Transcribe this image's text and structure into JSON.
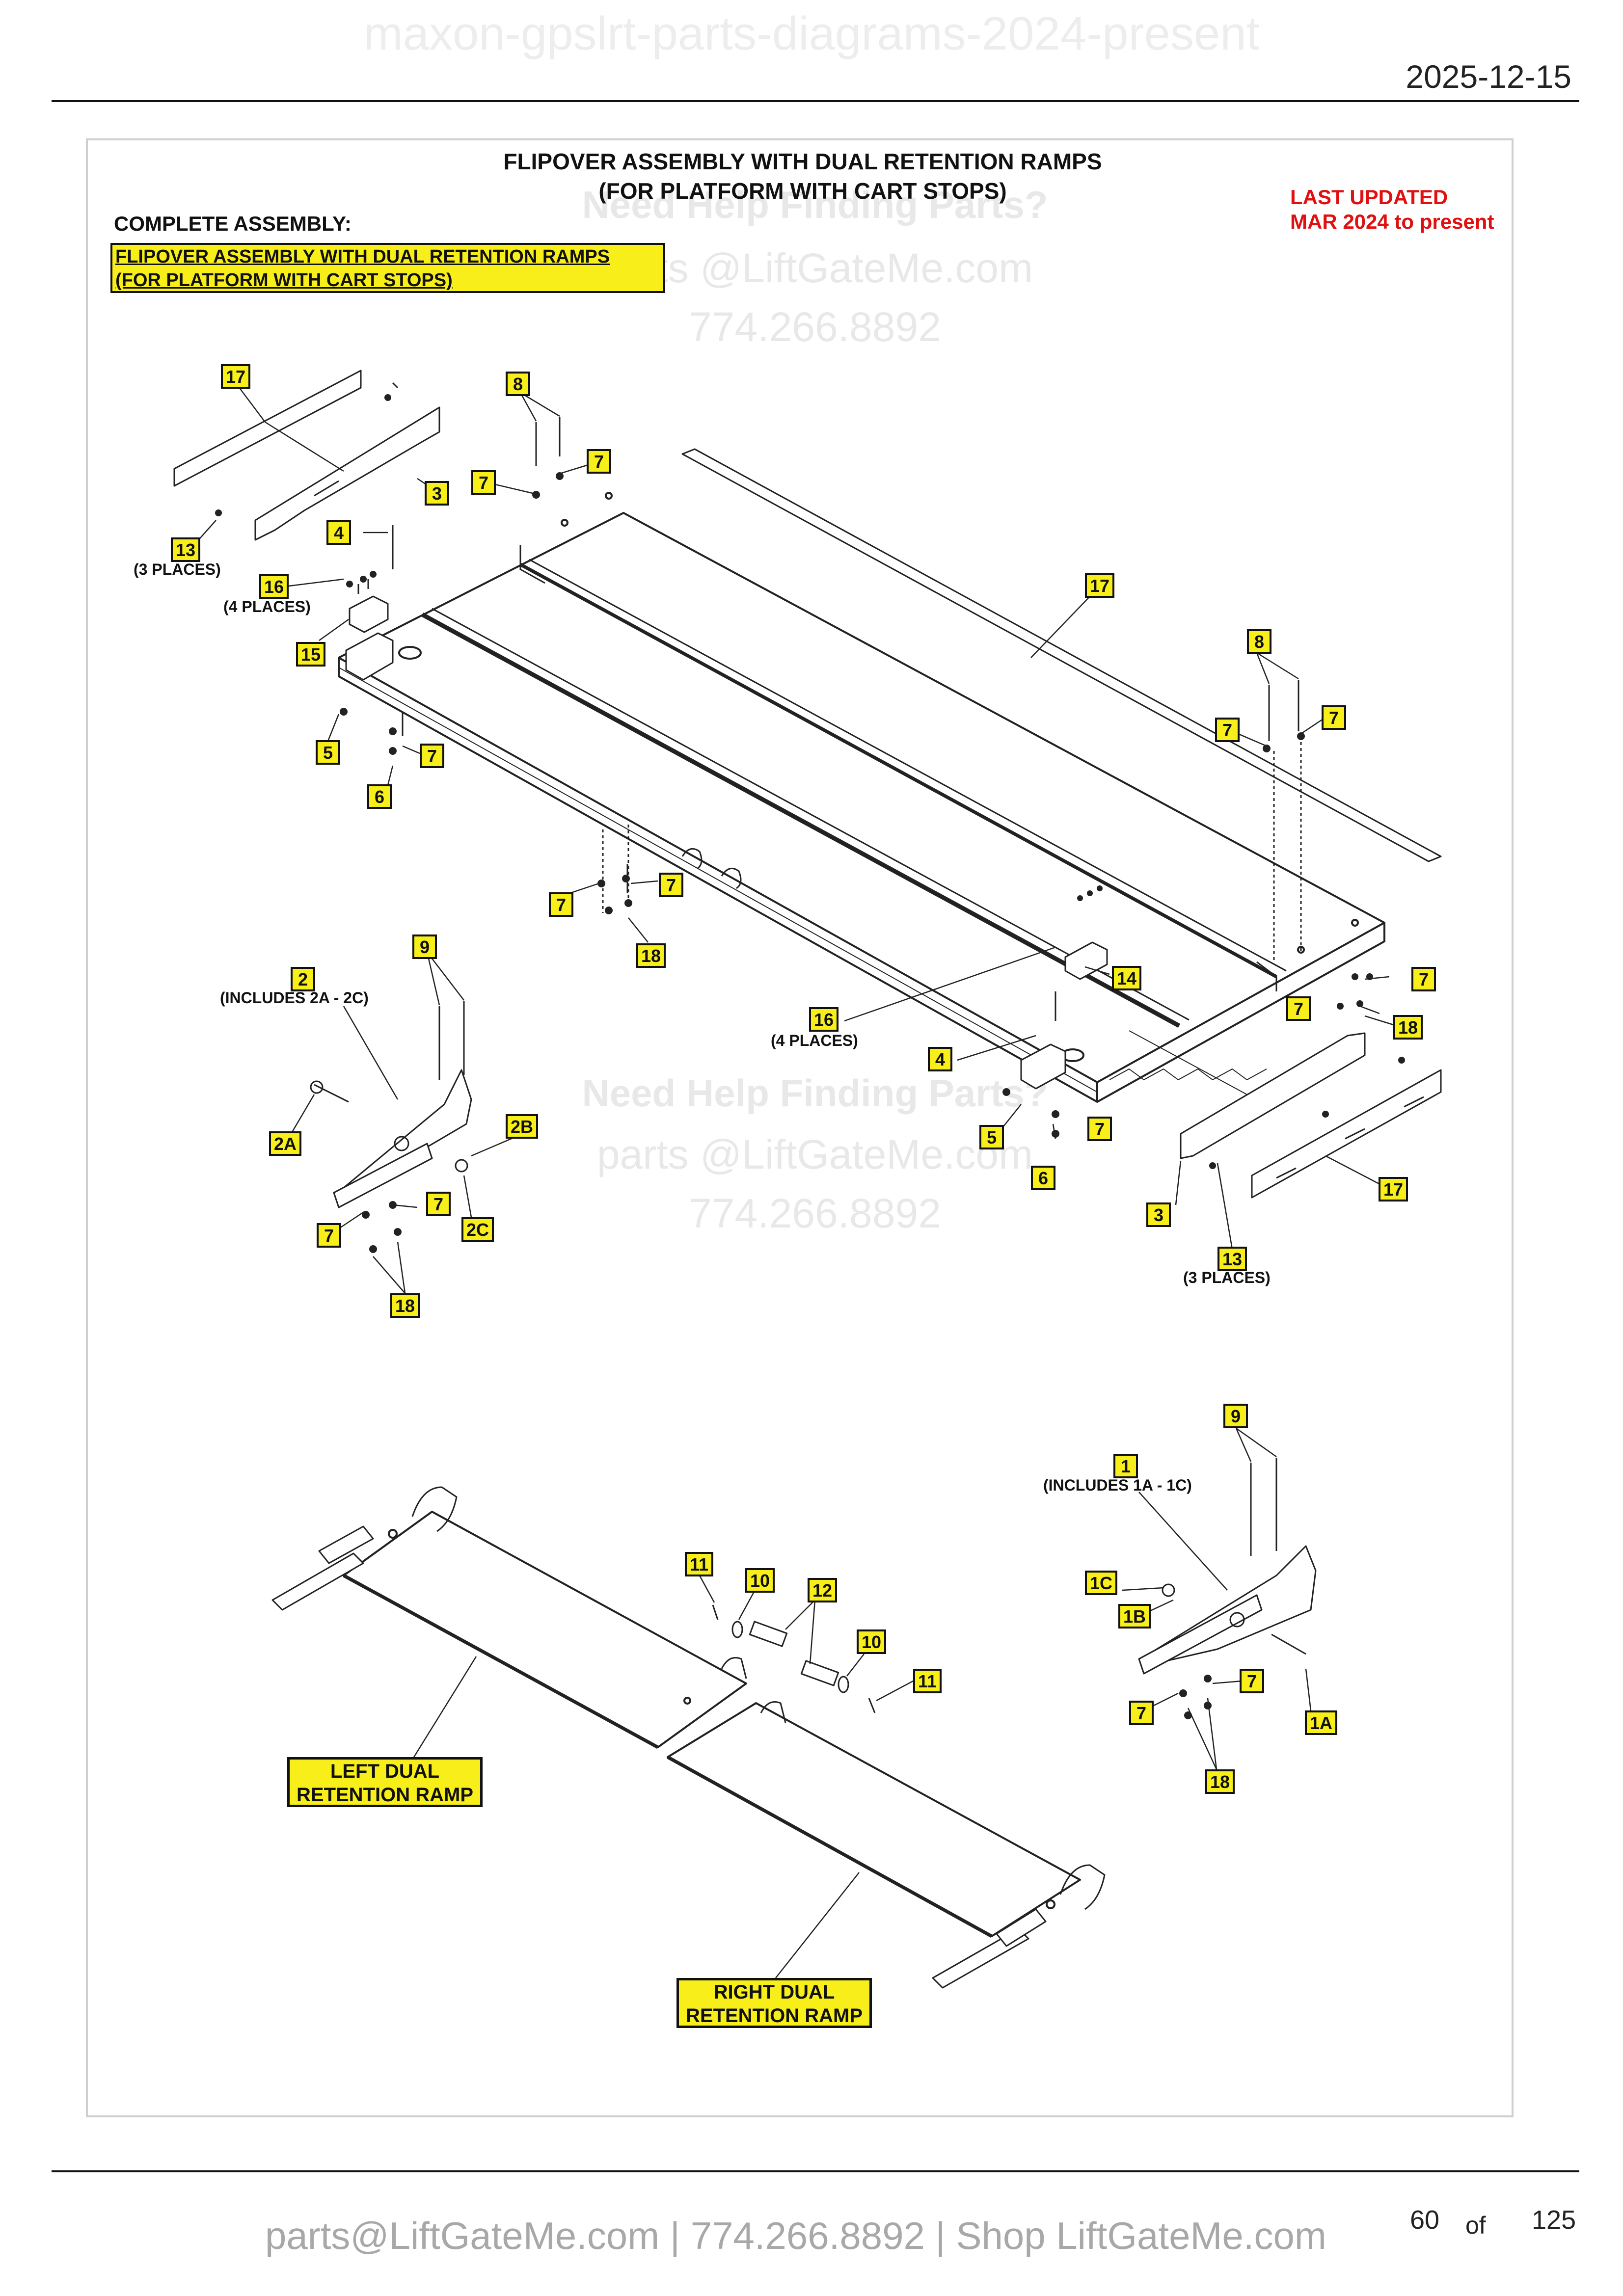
{
  "header": {
    "watermark_title": "maxon-gpslrt-parts-diagrams-2024-present",
    "date": "2025-12-15"
  },
  "diagram": {
    "title_line1": "FLIPOVER ASSEMBLY WITH DUAL RETENTION RAMPS",
    "title_line2": "(FOR PLATFORM WITH CART STOPS)",
    "complete_label": "COMPLETE ASSEMBLY:",
    "complete_line1": "FLIPOVER ASSEMBLY WITH DUAL RETENTION RAMPS",
    "complete_line2": "(FOR PLATFORM WITH CART STOPS)",
    "last_updated_line1": "LAST UPDATED",
    "last_updated_line2": "MAR 2024 to present",
    "watermarks": {
      "help": "Need Help Finding Parts?",
      "email": "parts @LiftGateMe.com",
      "phone": "774.266.8892"
    },
    "notes": {
      "three_places": "(3 PLACES)",
      "four_places": "(4 PLACES)",
      "includes_2": "(INCLUDES 2A - 2C)",
      "includes_1": "(INCLUDES 1A - 1C)"
    },
    "callouts": {
      "c1": "1",
      "c1a": "1A",
      "c1b": "1B",
      "c1c": "1C",
      "c2": "2",
      "c2a": "2A",
      "c2b": "2B",
      "c2c": "2C",
      "c3": "3",
      "c4": "4",
      "c5": "5",
      "c6": "6",
      "c7": "7",
      "c8": "8",
      "c9": "9",
      "c10": "10",
      "c11": "11",
      "c12": "12",
      "c13": "13",
      "c14": "14",
      "c15": "15",
      "c16": "16",
      "c17": "17",
      "c18": "18"
    },
    "left_ramp_line1": "LEFT DUAL",
    "left_ramp_line2": "RETENTION RAMP",
    "right_ramp_line1": "RIGHT DUAL",
    "right_ramp_line2": "RETENTION RAMP"
  },
  "footer": {
    "contact": "parts@LiftGateMe.com | 774.266.8892 | Shop LiftGateMe.com",
    "page_current": "60",
    "page_of": "of",
    "page_total": "125"
  }
}
